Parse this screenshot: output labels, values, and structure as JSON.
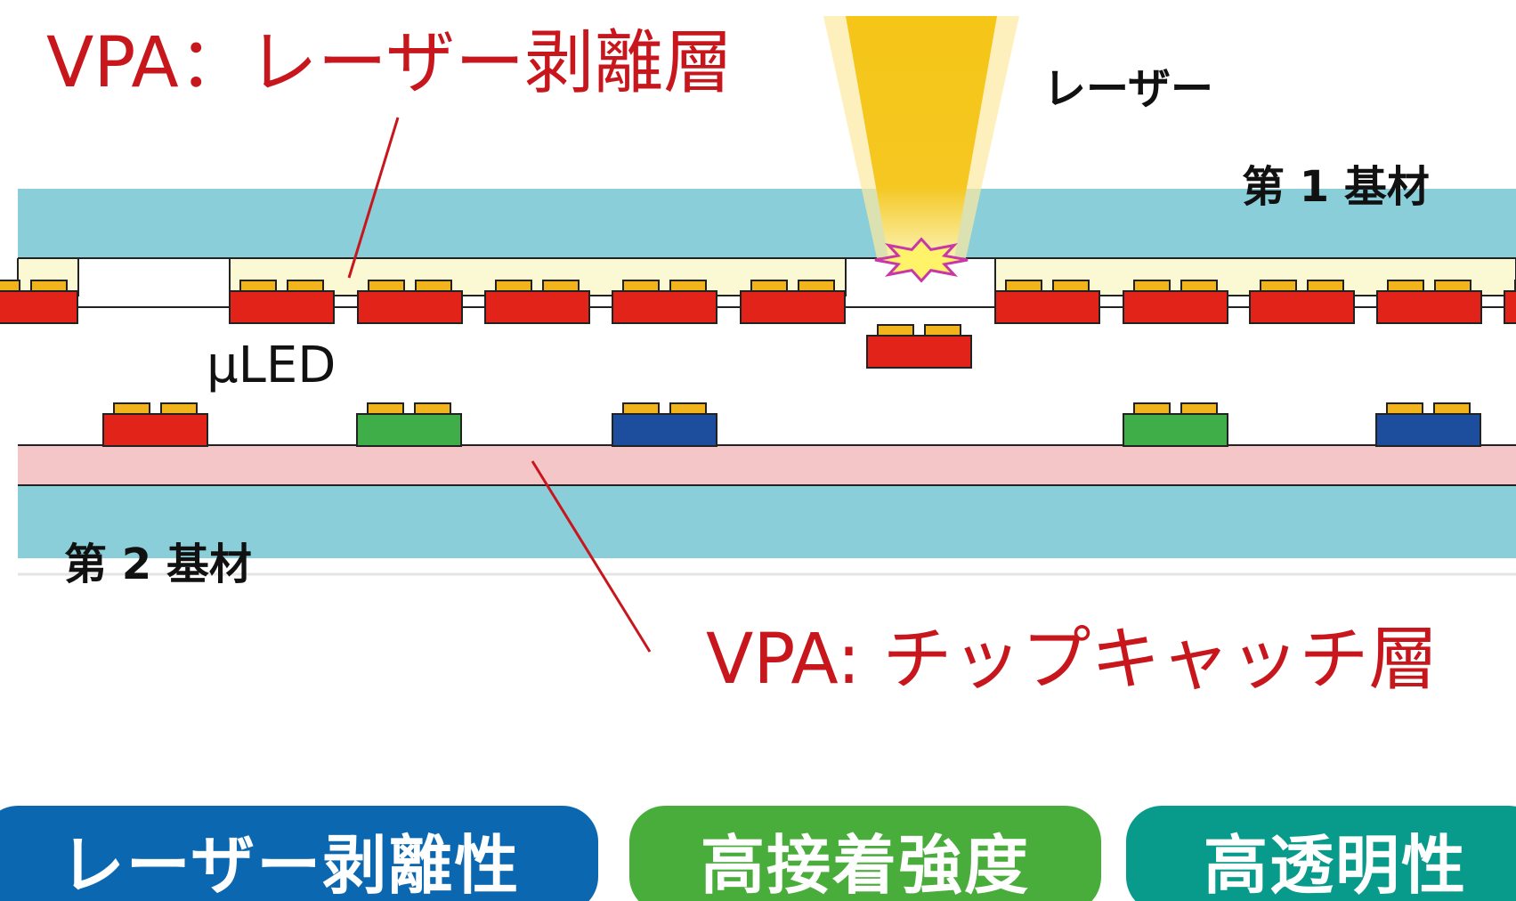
{
  "labels": {
    "release_layer": "VPA：レーザー剥離層",
    "laser": "レーザー",
    "substrate1": "第 1 基材",
    "micro_led": "μLED",
    "substrate2": "第 2 基材",
    "catch_layer": "VPA: チップキャッチ層"
  },
  "features": {
    "laser_release": "レーザー剥離性",
    "high_adhesion": "高接着強度",
    "high_transparency": "高透明性"
  },
  "colors": {
    "substrate": "#89ced8",
    "release_layer": "#fbf8d4",
    "catch_layer": "#f5c6c8",
    "chip_red": "#e2231a",
    "chip_green": "#3fae49",
    "chip_blue": "#1d4e9e",
    "electrode": "#f2b41c",
    "laser_beam": "#f5c518",
    "leader_line": "#c8161d",
    "pill_blue": "#0b68b0",
    "pill_green": "#49ad3b",
    "pill_teal": "#089b8b"
  },
  "upper_chip_row": [
    "red",
    "red",
    "red",
    "red",
    "red",
    "red",
    "red",
    "red",
    "red",
    "red",
    "red"
  ],
  "released_chip": "red",
  "transferred_chips": [
    "red",
    "green",
    "blue",
    "green",
    "blue"
  ]
}
